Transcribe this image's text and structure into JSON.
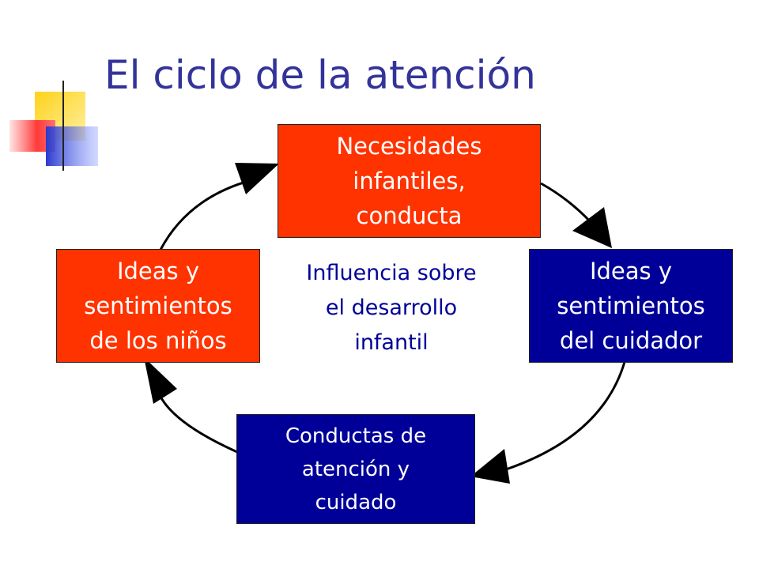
{
  "title": "El ciclo de la atención",
  "nodes": {
    "top": [
      "Necesidades",
      "infantiles,",
      "conducta"
    ],
    "right": [
      "Ideas y",
      "sentimientos",
      "del cuidador"
    ],
    "bottom": [
      "Conductas de",
      "atención y",
      "cuidado"
    ],
    "left": [
      "Ideas y",
      "sentimientos",
      "de los niños"
    ]
  },
  "center": [
    "Influencia sobre",
    "el desarrollo",
    "infantil"
  ],
  "colors": {
    "title": "#33339a",
    "red_box": "#ff3300",
    "blue_box": "#000099",
    "center_text": "#000099"
  },
  "icons": [
    "decorative-squares-logo",
    "arrow-head"
  ]
}
